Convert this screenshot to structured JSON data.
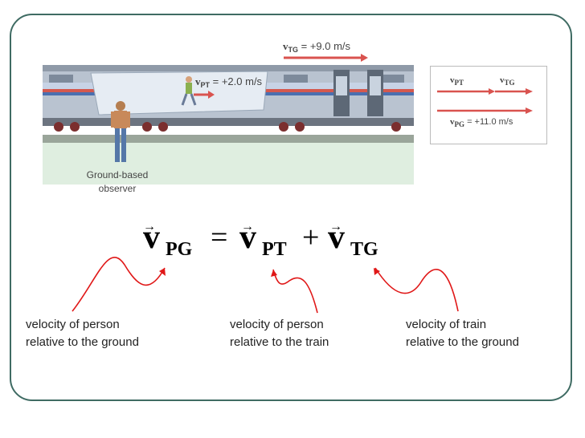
{
  "scene": {
    "vtg_label": {
      "symbol": "v",
      "sub": "TG",
      "value": "= +9.0 m/s"
    },
    "vpt_label": {
      "symbol": "v",
      "sub": "PT",
      "value": "= +2.0 m/s"
    },
    "observer_caption_line1": "Ground-based",
    "observer_caption_line2": "observer"
  },
  "legend": {
    "item1": {
      "symbol": "v",
      "sub": "PT"
    },
    "item2": {
      "symbol": "v",
      "sub": "TG"
    },
    "item3": {
      "symbol": "v",
      "sub": "PG",
      "value": "= +11.0 m/s"
    },
    "arrow_color": "#d9534f"
  },
  "equation": {
    "lhs": {
      "symbol": "v",
      "sub": "PG"
    },
    "equals": "=",
    "term1": {
      "symbol": "v",
      "sub": "PT"
    },
    "plus": "+",
    "term2": {
      "symbol": "v",
      "sub": "TG"
    }
  },
  "descriptions": {
    "pg": {
      "line1": "velocity of person",
      "line2": "relative to the ground"
    },
    "pt": {
      "line1": "velocity of person",
      "line2": "relative to the train"
    },
    "tg": {
      "line1": "velocity of train",
      "line2": "relative to the ground"
    }
  },
  "colors": {
    "frame": "#3f6b63",
    "pointer": "#e01818",
    "vector_arrow": "#d9534f"
  }
}
